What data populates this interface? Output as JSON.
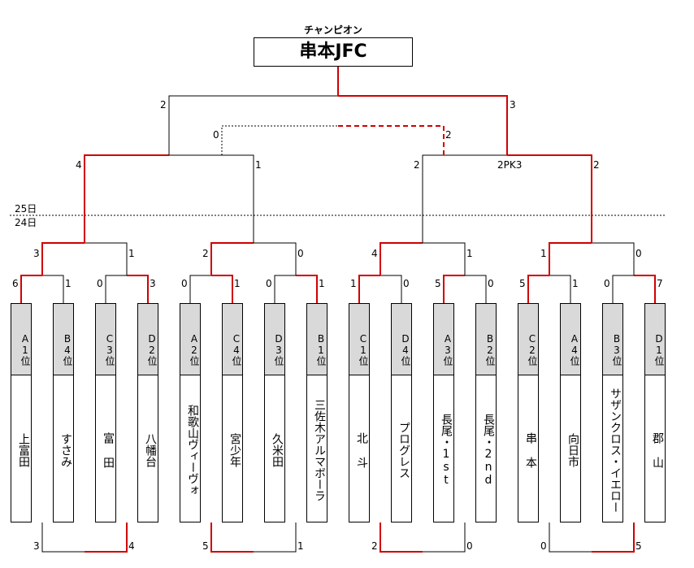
{
  "champion_label": "チャンピオン",
  "champion": "串本JFC",
  "day_labels": [
    "25日",
    "24日"
  ],
  "teams": [
    {
      "pos": "A1位",
      "name": "上富田"
    },
    {
      "pos": "B4位",
      "name": "すさみ"
    },
    {
      "pos": "C3位",
      "name": "富 田"
    },
    {
      "pos": "D2位",
      "name": "八幡台"
    },
    {
      "pos": "A2位",
      "name": "和歌山ヴィーヴォ"
    },
    {
      "pos": "C4位",
      "name": "宮少年"
    },
    {
      "pos": "D3位",
      "name": "久米田"
    },
    {
      "pos": "B1位",
      "name": "三佐木アルマボーラ"
    },
    {
      "pos": "C1位",
      "name": "北 斗"
    },
    {
      "pos": "D4位",
      "name": "プログレス"
    },
    {
      "pos": "A3位",
      "name": "長尾・1st"
    },
    {
      "pos": "B2位",
      "name": "長尾・2nd"
    },
    {
      "pos": "C2位",
      "name": "串 本"
    },
    {
      "pos": "A4位",
      "name": "向日市"
    },
    {
      "pos": "B3位",
      "name": "サザンクロス・イエロー"
    },
    {
      "pos": "D1位",
      "name": "郡 山"
    }
  ],
  "round1_scores": [
    "6",
    "1",
    "0",
    "3",
    "0",
    "1",
    "0",
    "1",
    "1",
    "0",
    "5",
    "0",
    "5",
    "1",
    "0",
    "7"
  ],
  "round2_scores": [
    "3",
    "1",
    "2",
    "0",
    "4",
    "1",
    "1",
    "0"
  ],
  "quarter_scores": [
    "4",
    "1",
    "2",
    "2"
  ],
  "quarter_pk": "2PK3",
  "semi_scores": [
    "2",
    "3"
  ],
  "third_place_scores": [
    "0",
    "2"
  ],
  "bottom_scores": [
    "3",
    "4",
    "5",
    "1",
    "2",
    "0",
    "0",
    "5"
  ]
}
